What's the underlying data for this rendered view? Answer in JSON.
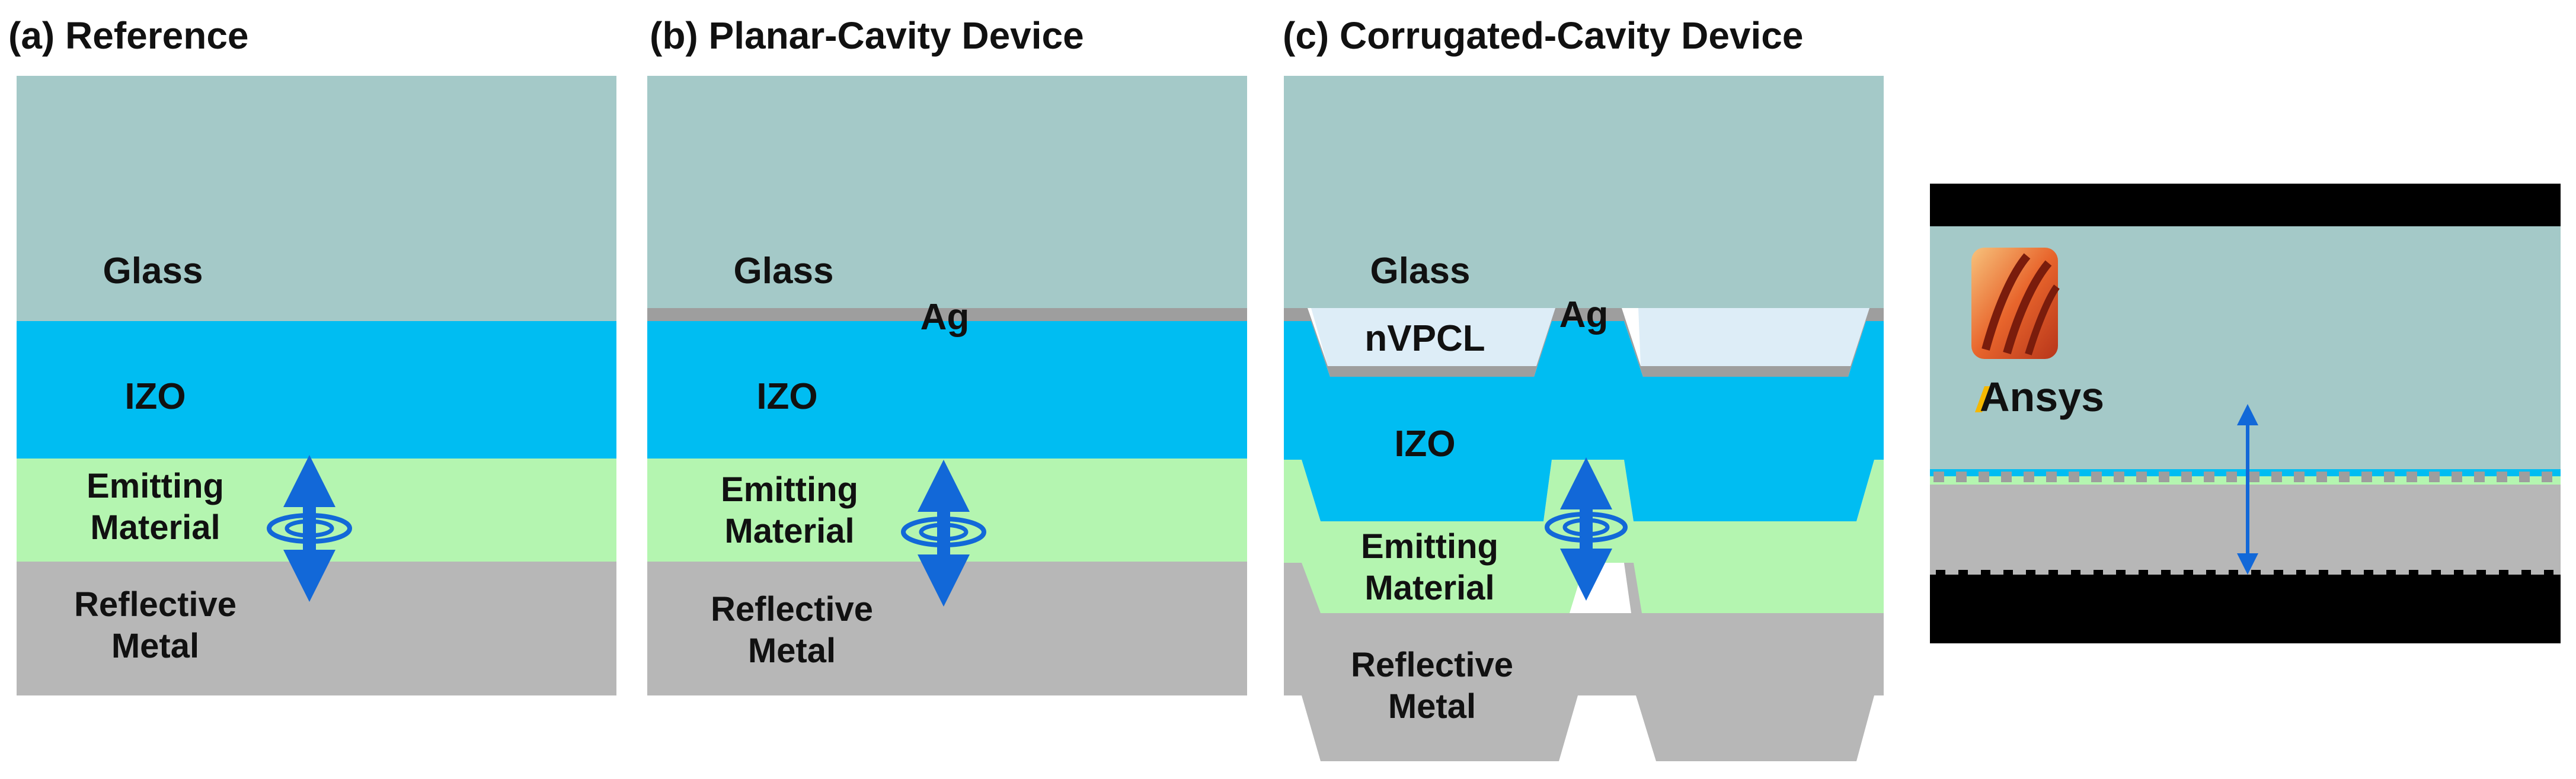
{
  "panels": {
    "a": {
      "title": "(a) Reference",
      "labels": {
        "glass": "Glass",
        "izo": "IZO",
        "emitting_1": "Emitting",
        "emitting_2": "Material",
        "metal_1": "Reflective",
        "metal_2": "Metal"
      }
    },
    "b": {
      "title": "(b) Planar-Cavity Device",
      "labels": {
        "glass": "Glass",
        "ag": "Ag",
        "izo": "IZO",
        "emitting_1": "Emitting",
        "emitting_2": "Material",
        "metal_1": "Reflective",
        "metal_2": "Metal"
      }
    },
    "c": {
      "title": "(c) Corrugated-Cavity Device",
      "labels": {
        "glass": "Glass",
        "nvpcl": "nVPCL",
        "ag": "Ag",
        "izo": "IZO",
        "emitting_1": "Emitting",
        "emitting_2": "Material",
        "metal_1": "Reflective",
        "metal_2": "Metal"
      }
    },
    "sim": {
      "logo_text": "Ansys",
      "logo_icon": "ansys-logo-icon"
    }
  },
  "colors": {
    "glass": "#a4c9c8",
    "izo": "#00bdf2",
    "emitting": "#b4f5b0",
    "metal": "#b7b7b7",
    "ag": "#9e9e9e",
    "nvpcl": "#ddedf7",
    "dipole": "#1268d8",
    "black": "#000000",
    "logo_yellow": "#f5b800"
  }
}
